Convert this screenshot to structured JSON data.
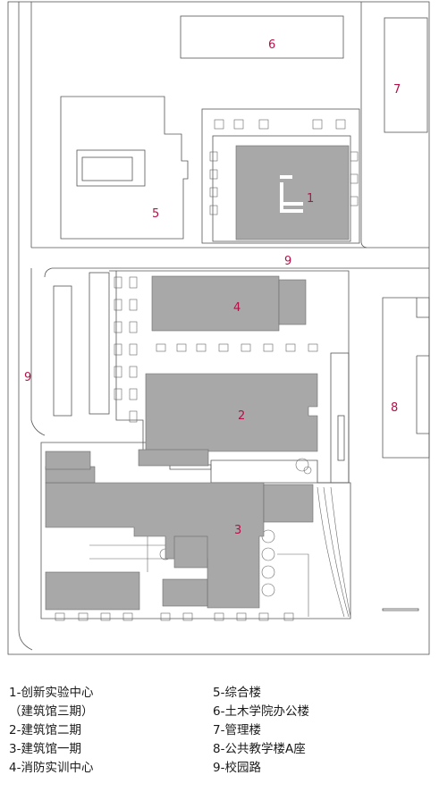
{
  "map_labels": {
    "b1": "1",
    "b2": "2",
    "b3": "3",
    "b4": "4",
    "b5": "5",
    "b6": "6",
    "b7": "7",
    "b8": "8",
    "road_h": "9",
    "road_v": "9"
  },
  "legend": {
    "left": [
      "1-创新实验中心",
      "（建筑馆三期）",
      "2-建筑馆二期",
      "3-建筑馆一期",
      "4-消防实训中心"
    ],
    "right": [
      "5-综合楼",
      "6-土木学院办公楼",
      "7-管理楼",
      "8-公共教学楼A座",
      "9-校园路"
    ]
  },
  "colors": {
    "label": "#b5104a",
    "building_fill": "#a8a8a8",
    "line": "#555555"
  }
}
